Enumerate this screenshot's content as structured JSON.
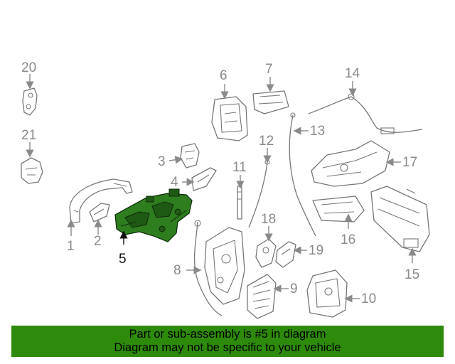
{
  "diagram": {
    "callouts": [
      {
        "id": "1",
        "label": "1"
      },
      {
        "id": "2",
        "label": "2"
      },
      {
        "id": "3",
        "label": "3"
      },
      {
        "id": "4",
        "label": "4"
      },
      {
        "id": "5",
        "label": "5"
      },
      {
        "id": "6",
        "label": "6"
      },
      {
        "id": "7",
        "label": "7"
      },
      {
        "id": "8",
        "label": "8"
      },
      {
        "id": "9",
        "label": "9"
      },
      {
        "id": "10",
        "label": "10"
      },
      {
        "id": "11",
        "label": "11"
      },
      {
        "id": "12",
        "label": "12"
      },
      {
        "id": "13",
        "label": "13"
      },
      {
        "id": "14",
        "label": "14"
      },
      {
        "id": "15",
        "label": "15"
      },
      {
        "id": "16",
        "label": "16"
      },
      {
        "id": "17",
        "label": "17"
      },
      {
        "id": "18",
        "label": "18"
      },
      {
        "id": "19",
        "label": "19"
      },
      {
        "id": "20",
        "label": "20"
      },
      {
        "id": "21",
        "label": "21"
      }
    ],
    "highlighted_part": "5",
    "highlight_color": "#2e7d1f"
  },
  "banner": {
    "line1": "Part or sub-assembly is #5 in diagram",
    "line2": "Diagram may not be specific to your vehicle",
    "background": "#2d8a0a"
  }
}
